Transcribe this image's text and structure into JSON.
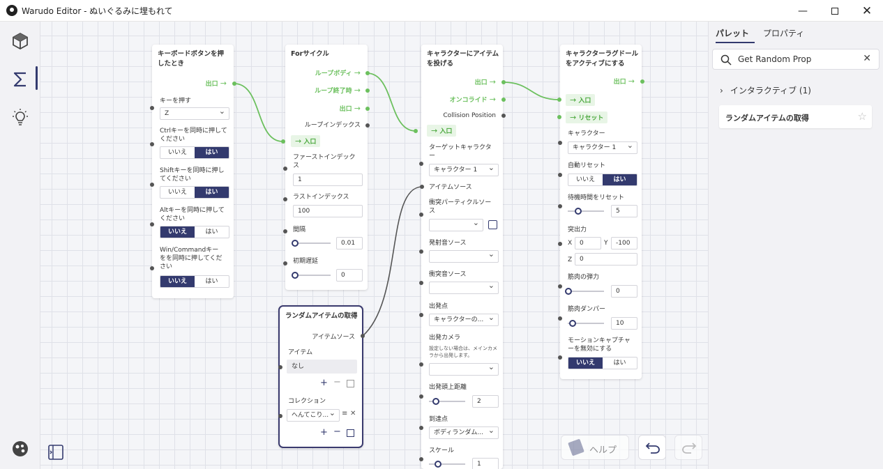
{
  "window": {
    "title": "Warudo Editor - ぬいぐるみに埋もれて"
  },
  "right_panel": {
    "tabs": [
      "パレット",
      "プロパティ"
    ],
    "search_value": "Get Random Prop",
    "category_label": "インタラクティブ (1)",
    "result_item": "ランダムアイテムの取得"
  },
  "help_label": "ヘルプ",
  "nodes": {
    "keyboard": {
      "title": "キーボードボタンを押したとき",
      "exit": "出口",
      "key_label": "キーを押す",
      "key_value": "Z",
      "ctrl_label": "Ctrlキーを同時に押してください",
      "shift_label": "Shiftキーを同時に押してください",
      "alt_label": "Altキーを同時に押してください",
      "win_label": "Win/Commandキーをを同時に押してください",
      "no": "いいえ",
      "yes": "はい",
      "ctrl_value": "はい",
      "shift_value": "はい",
      "alt_value": "いいえ",
      "win_value": "いいえ"
    },
    "for": {
      "title": "Forサイクル",
      "loop_body": "ループボディ",
      "loop_end": "ループ終了時",
      "exit": "出口",
      "loop_index": "ループインデックス",
      "enter": "入口",
      "first_index_label": "ファーストインデックス",
      "first_index_value": "1",
      "last_index_label": "ラストインデックス",
      "last_index_value": "100",
      "interval_label": "間隔",
      "interval_value": "0.01",
      "initial_delay_label": "初期遅延",
      "initial_delay_value": "0"
    },
    "random": {
      "title": "ランダムアイテムの取得",
      "item_source": "アイテムソース",
      "item_label": "アイテム",
      "item_value": "なし",
      "collection_label": "コレクション",
      "collection_value": "へんてこり..."
    },
    "throw": {
      "title": "キャラクターにアイテムを投げる",
      "exit": "出口",
      "on_collide": "オンコライド",
      "collision_position": "Collision Position",
      "enter": "入口",
      "target_label": "ターゲットキャラクター",
      "target_value": "キャラクター 1",
      "item_source_label": "アイテムソース",
      "particle_label": "衝突パーティクルソース",
      "launch_sound_label": "発射音ソース",
      "impact_sound_label": "衝突音ソース",
      "origin_label": "出発点",
      "origin_value": "キャラクターの...",
      "camera_label": "出発カメラ",
      "camera_note": "設定しない場合は、メインカメラから出発します。",
      "height_label": "出発頭上距離",
      "height_value": "2",
      "target_point_label": "到達点",
      "target_point_value": "ボディランダム...",
      "scale_label": "スケール",
      "scale_value": "1"
    },
    "ragdoll": {
      "title": "キャラクターラグドールをアクティブにする",
      "exit": "出口",
      "enter": "入口",
      "reset": "リセット",
      "char_label": "キャラクター",
      "char_value": "キャラクター 1",
      "auto_reset_label": "自動リセット",
      "no": "いいえ",
      "yes": "はい",
      "auto_reset_value": "はい",
      "reset_time_label": "待機時間をリセット",
      "reset_time_value": "5",
      "force_label": "突出力",
      "force_x_label": "X",
      "force_x": "0",
      "force_y_label": "Y",
      "force_y": "-100",
      "force_z_label": "Z",
      "force_z": "0",
      "elasticity_label": "筋肉の弾力",
      "elasticity_value": "0",
      "damper_label": "筋肉ダンパー",
      "damper_value": "10",
      "mocap_label": "モーションキャプチャーを無効にする",
      "mocap_value": "いいえ"
    }
  }
}
